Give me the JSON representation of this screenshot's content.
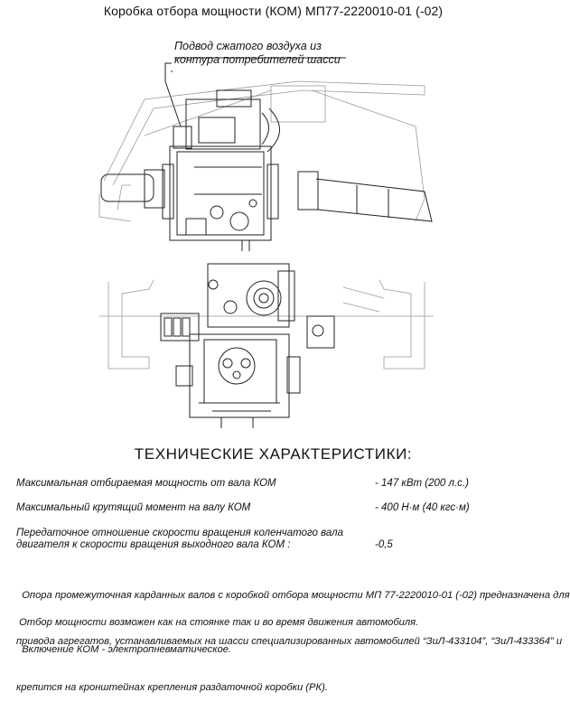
{
  "document": {
    "title": "Коробка отбора мощности (КОМ) МП77-2220010-01 (-02)",
    "callout": {
      "line1": "Подвод сжатого воздуха из",
      "line2": "контура потребителей шасси"
    },
    "heading": "ТЕХНИЧЕСКИЕ ХАРАКТЕРИСТИКИ:",
    "specs": [
      {
        "label": "Максимальная отбираемая мощность от  вала КОМ",
        "value": "- 147 кВт (200 л.с.)"
      },
      {
        "label": "Максимальный крутящий момент на валу КОМ",
        "value": "- 400 Н·м (40 кгс·м)"
      },
      {
        "label_line1": "Передаточное отношение скорости вращения коленчатого вала",
        "label_line2": "двигателя к скорости вращения выходного вала КОМ :",
        "value": "-0,5"
      }
    ],
    "paragraphs": [
      {
        "line1": "  Опора промежуточная карданных валов с коробкой отбора мощности МП 77-2220010-01 (-02) предназначена для",
        "line2": "привода агрегатов, устанавливаемых на шасси специализированных автомобилей “ЗиЛ-433104”, “ЗиЛ-433364” и",
        "line3": "крепится на кронштейнах крепления раздаточной коробки (РК)."
      },
      {
        "line1": " Отбор мощности возможен как на стоянке так и во время движения автомобиля."
      },
      {
        "line1": "  Включение КОМ - электропневматическое."
      }
    ]
  }
}
